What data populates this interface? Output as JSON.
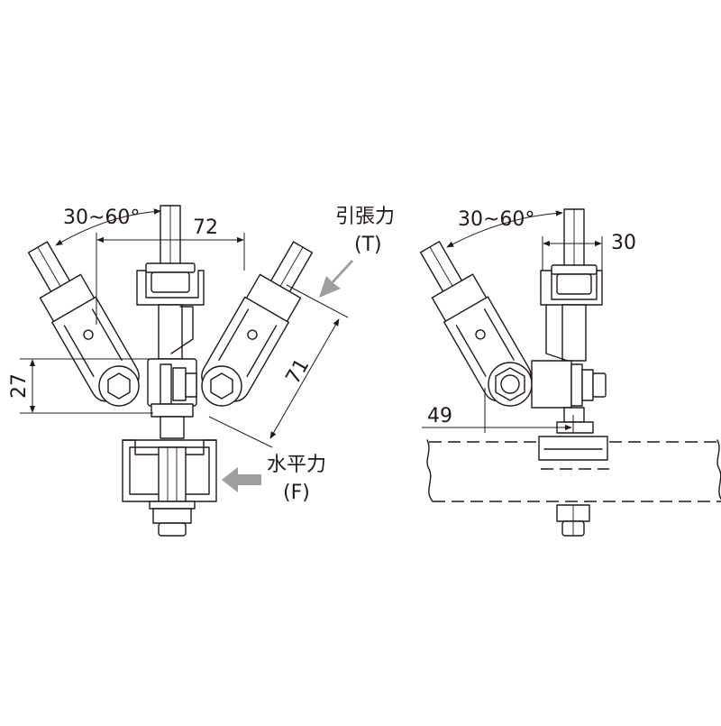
{
  "left_view": {
    "angle_label": "30~60°",
    "dim_width": "72",
    "dim_length": "71",
    "dim_height": "27",
    "tension": {
      "label": "引張力",
      "symbol": "(T)"
    },
    "horizontal": {
      "label": "水平力",
      "symbol": "(F)"
    }
  },
  "right_view": {
    "angle_label": "30~60°",
    "dim_width": "30",
    "dim_offset": "49"
  },
  "colors": {
    "line": "#231815",
    "arrow": "#9e9e9f",
    "background": "#ffffff"
  }
}
